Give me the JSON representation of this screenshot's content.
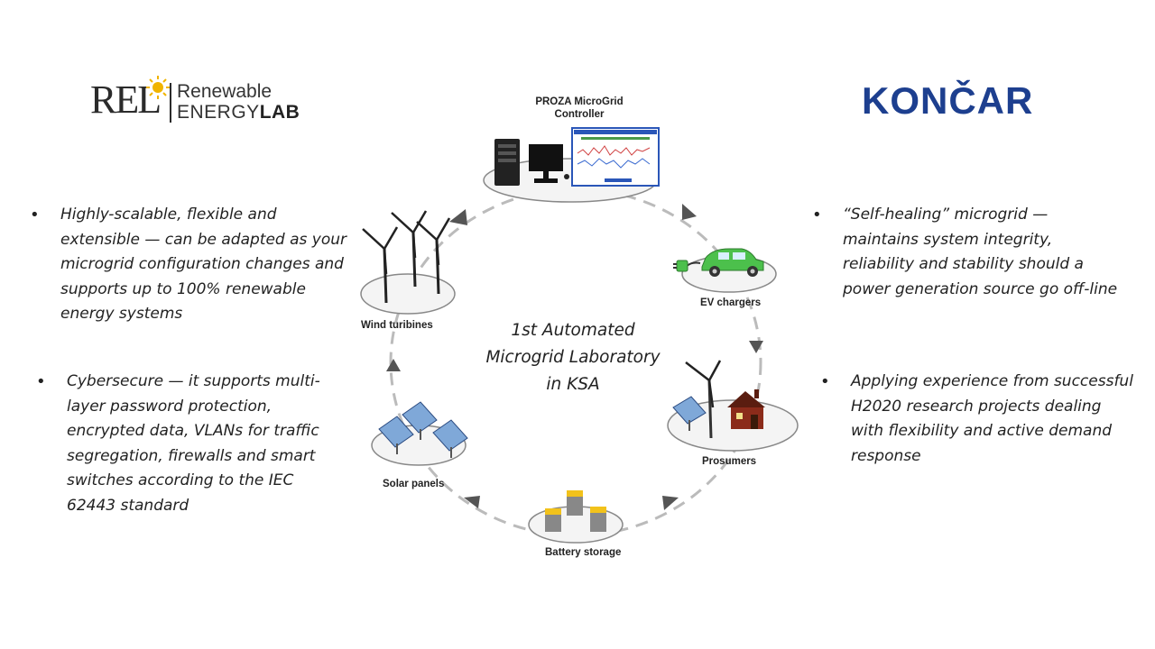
{
  "logos": {
    "rel_mark": "REL",
    "rel_line1": "Renewable",
    "rel_line2_a": "ENERGY",
    "rel_line2_b": "LAB",
    "koncar": "KONČAR"
  },
  "center_title": {
    "line1": "1st Automated",
    "line2": "Microgrid Laboratory",
    "line3": "in KSA"
  },
  "nodes": {
    "controller_line1": "PROZA MicroGrid",
    "controller_line2": "Controller",
    "ev": "EV chargers",
    "prosumers": "Prosumers",
    "battery": "Battery storage",
    "solar": "Solar panels",
    "wind": "Wind turibines"
  },
  "bullets_left": [
    {
      "lines": [
        "Highly-scalable, flexible and",
        "extensible — can be adapted as your",
        "microgrid configuration changes and",
        "supports up to 100% renewable",
        "energy systems"
      ]
    },
    {
      "lines": [
        "Cybersecure — it supports multi-",
        "layer password protection,",
        "encrypted data, VLANs for traffic",
        "segregation, firewalls and smart",
        "switches according to the IEC",
        "62443 standard"
      ]
    }
  ],
  "bullets_right": [
    {
      "lines": [
        "“Self-healing” microgrid —",
        "maintains system integrity,",
        "reliability and stability should a",
        "power generation source go off-line"
      ]
    },
    {
      "lines": [
        "Applying experience from successful",
        "H2020 research projects dealing",
        "with flexibility and active demand",
        "response"
      ]
    }
  ],
  "bullet_symbol": "•",
  "colors": {
    "koncar_blue": "#1d3f8f",
    "arrow_gray": "#555555",
    "ring_gray": "#bbbbbb",
    "car_green": "#4cc04c",
    "battery_yellow": "#f2c21b",
    "house_red": "#8b2b1a",
    "panel_blue": "#7fa8d8"
  }
}
